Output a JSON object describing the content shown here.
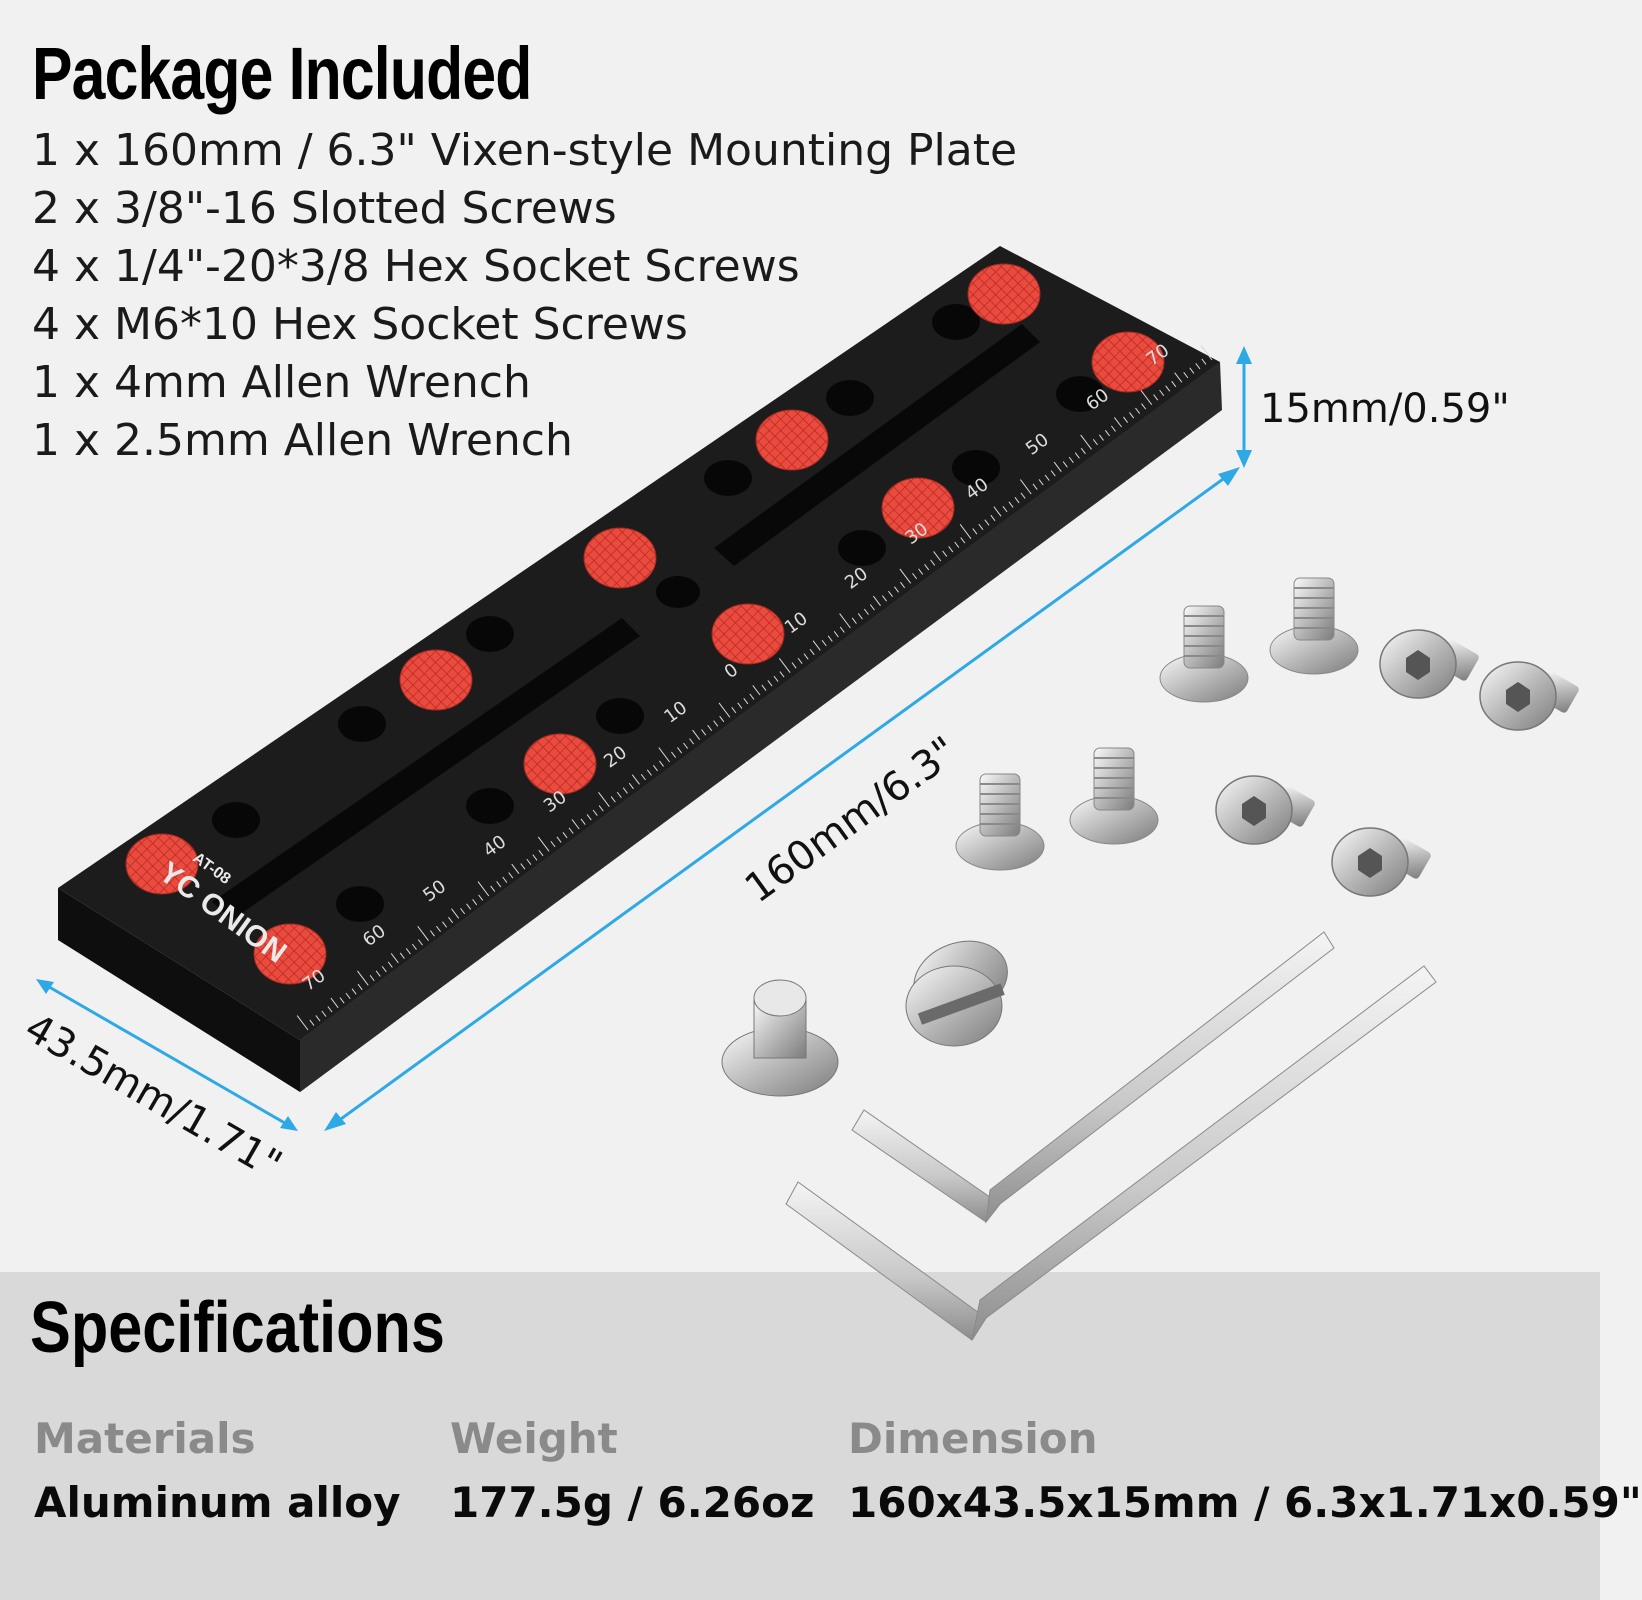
{
  "package": {
    "title": "Package Included",
    "items": [
      "1 x 160mm / 6.3\" Vixen-style Mounting Plate",
      "2 x 3/8\"-16 Slotted Screws",
      "4 x 1/4\"-20*3/8 Hex Socket Screws",
      "4 x M6*10 Hex Socket Screws",
      "1 x 4mm Allen Wrench",
      "1 x 2.5mm Allen Wrench"
    ]
  },
  "plate": {
    "brand": "YC ONION",
    "model": "AT-08",
    "scale_labels_left": [
      "70",
      "60",
      "50",
      "40",
      "30",
      "20",
      "10"
    ],
    "scale_zero": "0",
    "scale_labels_right": [
      "10",
      "20",
      "30",
      "40",
      "50",
      "60",
      "70"
    ]
  },
  "dimensions": {
    "height": "15mm/0.59\"",
    "length": "160mm/6.3\"",
    "width": "43.5mm/1.71\""
  },
  "specs": {
    "title": "Specifications",
    "materials_label": "Materials",
    "materials_value": "Aluminum alloy",
    "weight_label": "Weight",
    "weight_value": "177.5g / 6.26oz",
    "dimension_label": "Dimension",
    "dimension_value": "160x43.5x15mm / 6.3x1.71x0.59\""
  },
  "colors": {
    "plate": "#1c1c1c",
    "pad": "#e8443a",
    "dimension_line": "#2fa9e6",
    "specs_band": "#d9d9d9"
  }
}
